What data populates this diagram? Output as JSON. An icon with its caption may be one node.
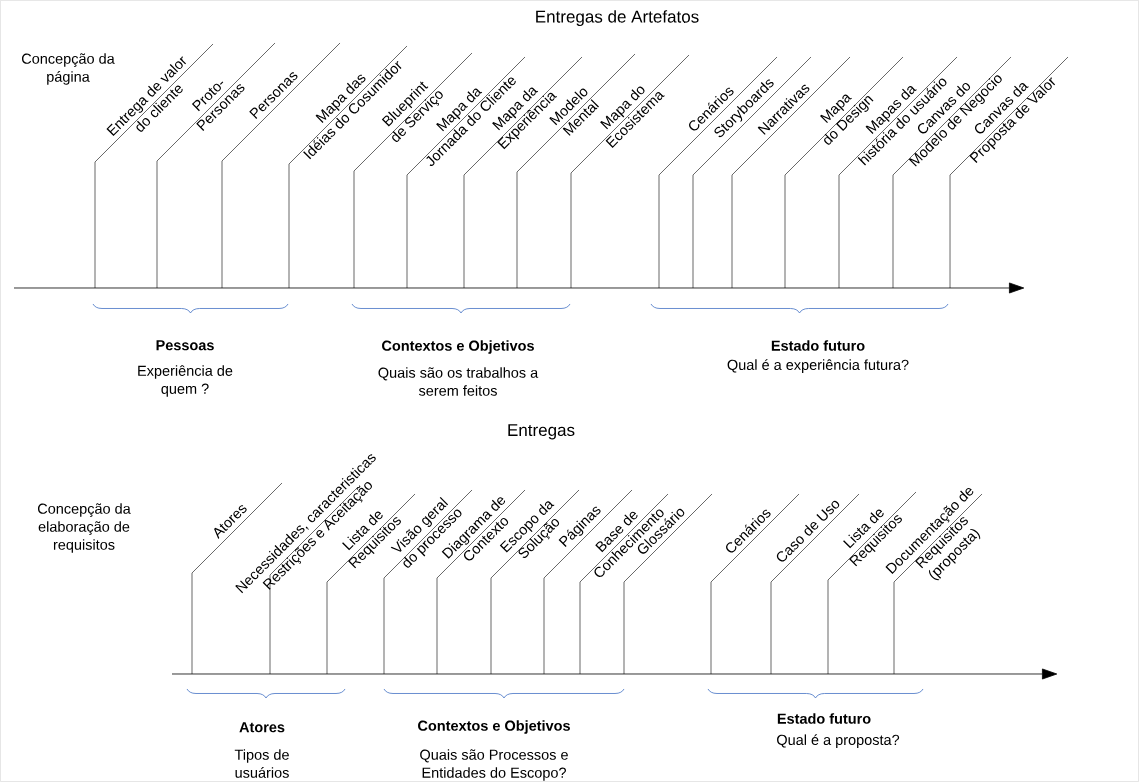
{
  "diagram": {
    "nodes": [
      {
        "text": [
          "Entrega de valor do cliente"
        ]
      },
      {
        "text": [
          "Proto- Personas"
        ]
      },
      {
        "text": [
          "Personas"
        ]
      },
      {
        "text": [
          "Mapa das Idéias do Cosumidor"
        ]
      },
      {
        "text": [
          "Blueprint de Serviço"
        ]
      },
      {
        "text": [
          "Mapa da Jornada do Cliente"
        ]
      },
      {
        "text": [
          "Mapa da Experiência"
        ]
      },
      {
        "text": [
          "Modelo Mental"
        ]
      },
      {
        "text": [
          "Mapa do Ecosistema"
        ]
      },
      {
        "text": [
          "Cenários"
        ]
      },
      {
        "text": [
          "Storyboards"
        ]
      },
      {
        "text": [
          "Narrativas"
        ]
      },
      {
        "text": [
          "Mapa do Design"
        ]
      },
      {
        "text": [
          "Mapas da história do usuário"
        ]
      },
      {
        "text": [
          "Canvas do Modelo de Negocio"
        ]
      },
      {
        "text": [
          "Canvas da Proposta de Valor"
        ]
      },
      {
        "text": [
          "Atores"
        ]
      },
      {
        "text": [
          "Necessidades, caracteristicas Restrições e Aceitação"
        ]
      },
      {
        "text": [
          "Lista de Requisitos"
        ]
      },
      {
        "text": [
          "Visão geral do processo"
        ]
      },
      {
        "text": [
          "Diagrama de Contexto"
        ]
      },
      {
        "text": [
          "Escopo da Solução"
        ]
      },
      {
        "text": [
          "Páginas"
        ]
      },
      {
        "text": [
          "Base de Conhecimento"
        ]
      },
      {
        "text": [
          "Glossário"
        ]
      },
      {
        "text": [
          "Cenários"
        ]
      },
      {
        "text": [
          "Caso de Uso"
        ]
      },
      {
        "text": [
          "Lista de Requisitos"
        ]
      },
      {
        "text": [
          "Documentação de Requisitos (proposta)"
        ]
      }
    ],
    "edges": [
      {
        "from": 0,
        "to": null,
        "arrow": "none"
      },
      {
        "from": 1,
        "to": null,
        "arrow": "none"
      },
      {
        "from": 2,
        "to": null,
        "arrow": "none"
      },
      {
        "from": 3,
        "to": null,
        "arrow": "none"
      },
      {
        "from": 4,
        "to": null,
        "arrow": "none"
      },
      {
        "from": 5,
        "to": null,
        "arrow": "none"
      },
      {
        "from": 6,
        "to": null,
        "arrow": "none"
      },
      {
        "from": 7,
        "to": null,
        "arrow": "none"
      },
      {
        "from": 8,
        "to": null,
        "arrow": "none"
      },
      {
        "from": 9,
        "to": null,
        "arrow": "none"
      },
      {
        "from": 10,
        "to": null,
        "arrow": "none"
      },
      {
        "from": 11,
        "to": null,
        "arrow": "none"
      },
      {
        "from": 12,
        "to": null,
        "arrow": "none"
      },
      {
        "from": 13,
        "to": null,
        "arrow": "none"
      },
      {
        "from": 14,
        "to": null,
        "arrow": "none"
      },
      {
        "from": 15,
        "to": null,
        "arrow": "none"
      },
      {
        "from": 16,
        "to": null,
        "arrow": "none"
      },
      {
        "from": 17,
        "to": null,
        "arrow": "none"
      },
      {
        "from": 18,
        "to": null,
        "arrow": "none"
      },
      {
        "from": 19,
        "to": null,
        "arrow": "none"
      },
      {
        "from": 20,
        "to": null,
        "arrow": "none"
      },
      {
        "from": 21,
        "to": null,
        "arrow": "none"
      },
      {
        "from": 22,
        "to": null,
        "arrow": "none"
      },
      {
        "from": 23,
        "to": null,
        "arrow": "none"
      },
      {
        "from": 24,
        "to": null,
        "arrow": "none"
      },
      {
        "from": 25,
        "to": null,
        "arrow": "none"
      },
      {
        "from": 26,
        "to": null,
        "arrow": "none"
      },
      {
        "from": 27,
        "to": null,
        "arrow": "none"
      },
      {
        "from": 28,
        "to": null,
        "arrow": "none"
      }
    ],
    "labels": [
      "Entregas de Artefatos",
      "Concepção da página",
      "Pessoas",
      "Experiência de quem ?",
      "Contextos e Objetivos",
      "Quais são os trabalhos a serem feitos",
      "Estado futuro",
      "Qual é a experiência futura?",
      "Entregas",
      "Concepção da elaboração de requisitos",
      "Atores",
      "Tipos de usuários",
      "Contextos e Objetivos",
      "Quais são Processos e Entidades do Escopo?",
      "Estado futuro",
      "Qual é a proposta?"
    ]
  }
}
